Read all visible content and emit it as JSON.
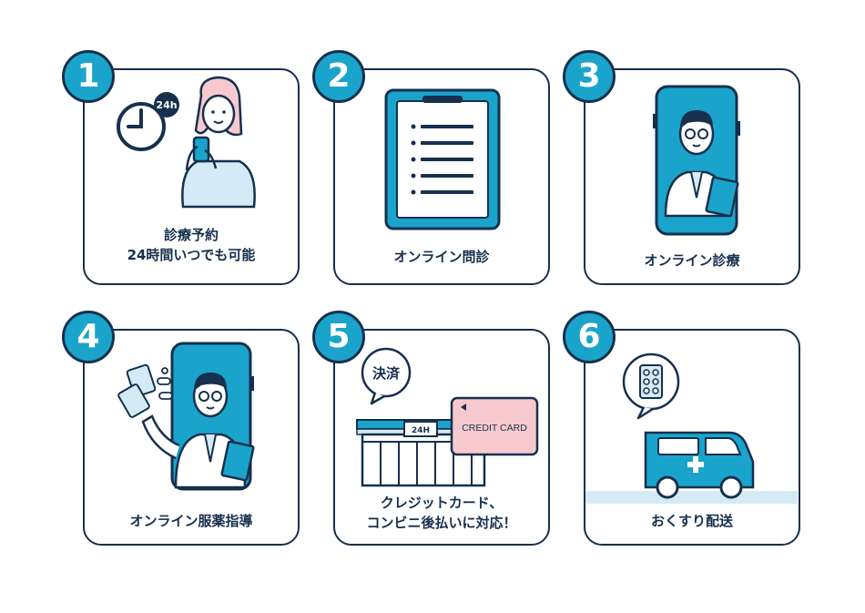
{
  "steps": [
    {
      "number": "1",
      "lines": [
        "診療予約",
        "24時間いつでも可能"
      ],
      "clock_badge": "24h"
    },
    {
      "number": "2",
      "lines": [
        "オンライン問診"
      ]
    },
    {
      "number": "3",
      "lines": [
        "オンライン診療"
      ]
    },
    {
      "number": "4",
      "lines": [
        "オンライン服薬指導"
      ]
    },
    {
      "number": "5",
      "lines": [
        "クレジットカード、",
        "コンビニ後払いに対応！"
      ],
      "bubble": "決済",
      "card_text": "CREDIT CARD",
      "store_sign": "24H"
    },
    {
      "number": "6",
      "lines": [
        "おくすり配送"
      ]
    }
  ],
  "colors": {
    "navy": "#16304d",
    "blue": "#1aa4cc",
    "light_blue": "#d4ebf5",
    "pink": "#f7c9cf"
  }
}
